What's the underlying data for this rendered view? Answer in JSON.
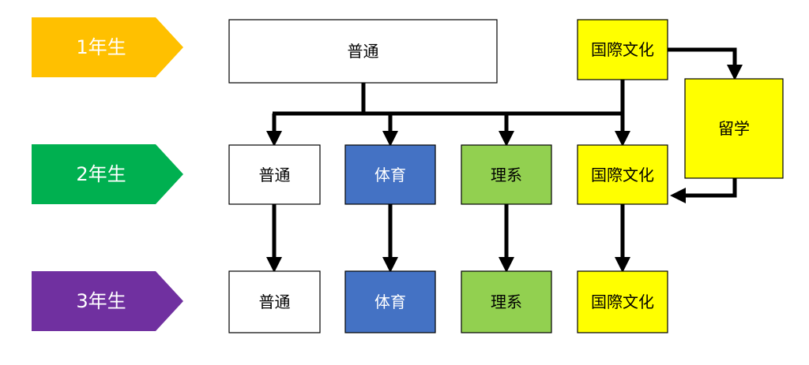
{
  "grades": [
    {
      "label": "1年生",
      "color": "#ffc000"
    },
    {
      "label": "2年生",
      "color": "#00b050"
    },
    {
      "label": "3年生",
      "color": "#7030a0"
    }
  ],
  "courses": {
    "futsu": "普通",
    "taiiku": "体育",
    "rikei": "理系",
    "kokusai": "国際文化",
    "ryugaku": "留学"
  },
  "colors": {
    "futsu": "#ffffff",
    "taiiku": "#4472c4",
    "rikei": "#92d050",
    "kokusai": "#ffff00",
    "ryugaku": "#ffff00",
    "line": "#000000"
  }
}
